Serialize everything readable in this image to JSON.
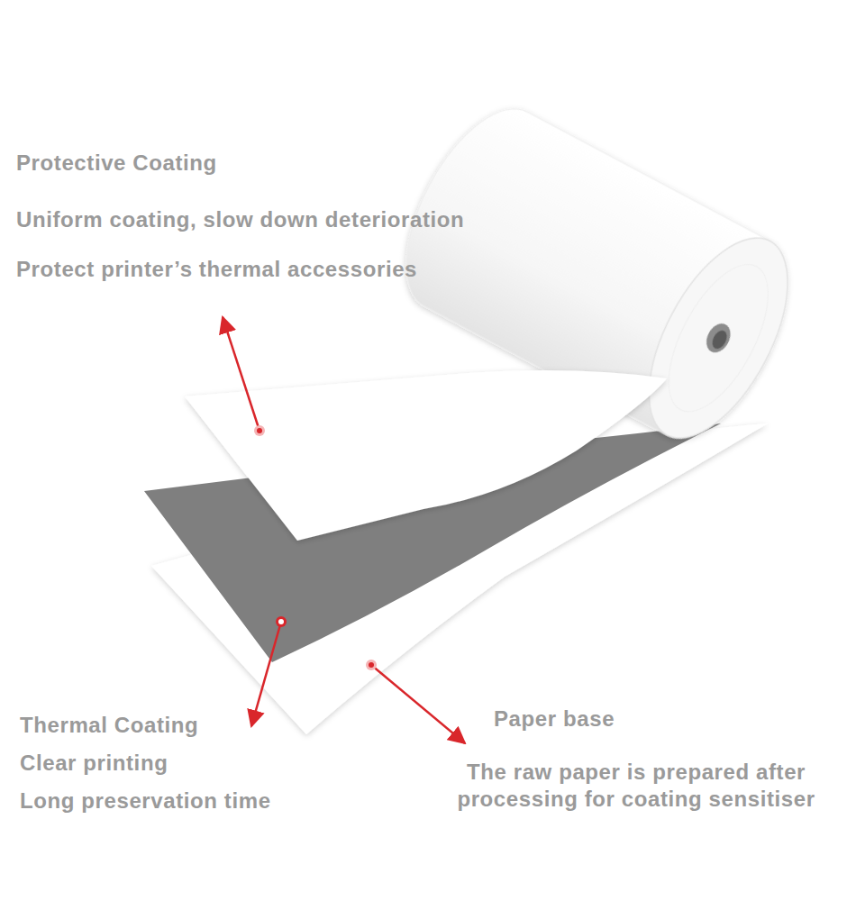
{
  "diagram": {
    "labels": [
      "Protective Coating",
      "Uniform coating, slow down deterioration",
      "Protect printer’s thermal accessories",
      "Thermal Coating",
      "Clear printing",
      "Long preservation time",
      "Paper base",
      "The raw paper is prepared after processing for coating sensitiser"
    ]
  }
}
